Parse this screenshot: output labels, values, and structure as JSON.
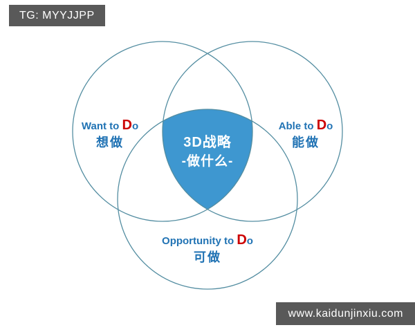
{
  "header": {
    "badge": "TG: MYYJJPP"
  },
  "footer": {
    "badge": "www.kaidunjinxiu.com"
  },
  "diagram": {
    "type": "venn-3-circle",
    "center": {
      "line1": "3D战略",
      "line2": "-做什么-"
    },
    "labels": {
      "want": {
        "prefix": "Want to ",
        "d": "D",
        "suffix": "o",
        "cn": "想做"
      },
      "able": {
        "prefix": "Able to ",
        "d": "D",
        "suffix": "o",
        "cn": "能做"
      },
      "opportunity": {
        "prefix": "Opportunity to ",
        "d": "D",
        "suffix": "o",
        "cn": "可做"
      }
    },
    "colors": {
      "circle_stroke": "#538da1",
      "center_fill": "#3e97d0",
      "label_blue": "#2173b4",
      "label_red": "#cc0000",
      "badge_bg": "#595959",
      "badge_text": "#ffffff",
      "page_bg": "#ffffff"
    }
  }
}
